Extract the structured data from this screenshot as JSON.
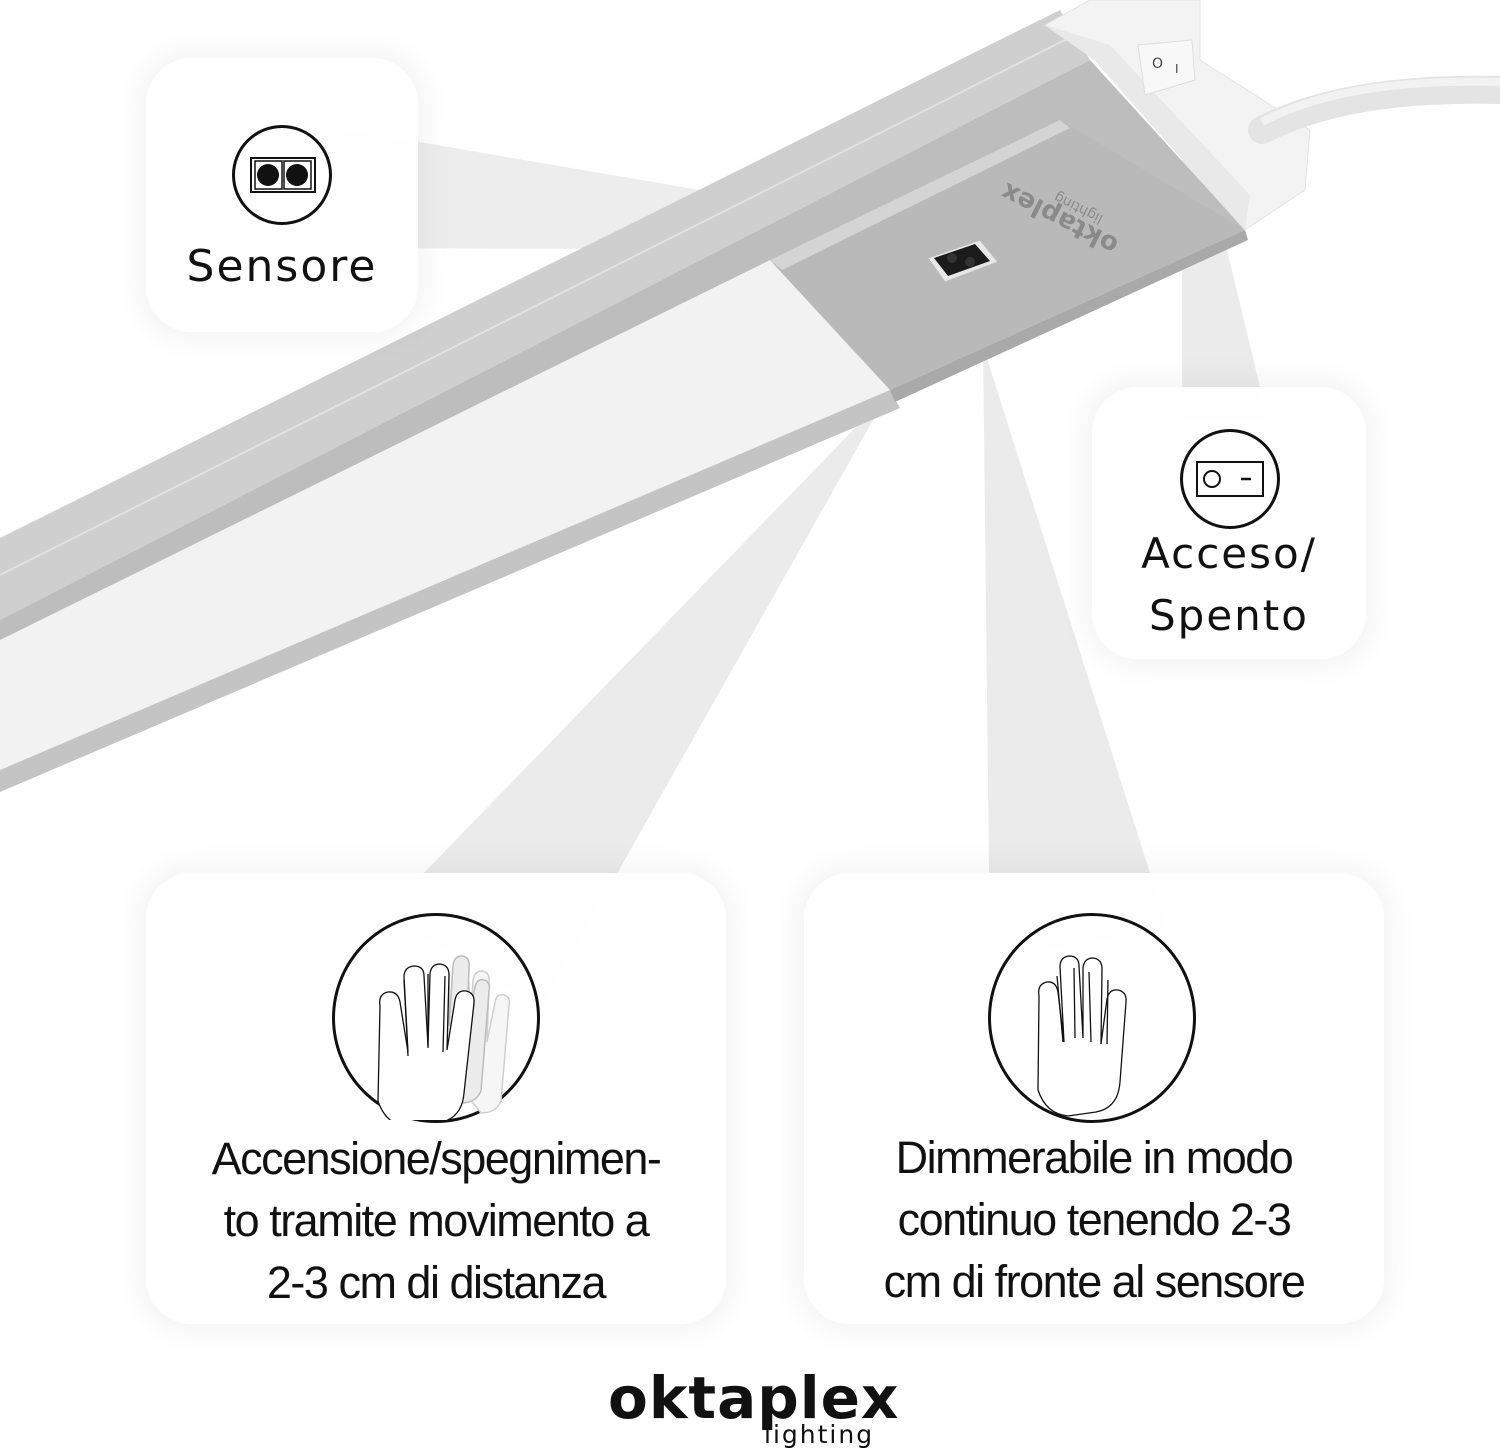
{
  "product": {
    "brand_engraving": "oktaplex",
    "brand_engraving_sub": "lighting",
    "switch_marks": {
      "off": "O",
      "on": "I"
    }
  },
  "callouts": {
    "sensor": {
      "label": "Sensore",
      "icon": "proximity-sensor-icon"
    },
    "switch": {
      "label_line1": "Acceso/",
      "label_line2": "Spento",
      "icon": "rocker-switch-icon"
    },
    "wave": {
      "icon": "waving-hand-icon",
      "lines": [
        "Accensione/spegnimen-",
        "to tramite movimento a",
        "2-3 cm di distanza"
      ]
    },
    "hold": {
      "icon": "raised-hand-icon",
      "lines": [
        "Dimmerabile in modo",
        "continuo tenendo 2-3",
        "cm di fronte al sensore"
      ]
    }
  },
  "logo": {
    "word": "oktaplex",
    "sub": "lighting"
  },
  "colors": {
    "background": "#ffffff",
    "housing": "#c9c9c9",
    "housing_dark": "#b5b5b5",
    "diffuser": "#f1f1f1",
    "ray": "#e6e6e6",
    "text": "#111111"
  }
}
